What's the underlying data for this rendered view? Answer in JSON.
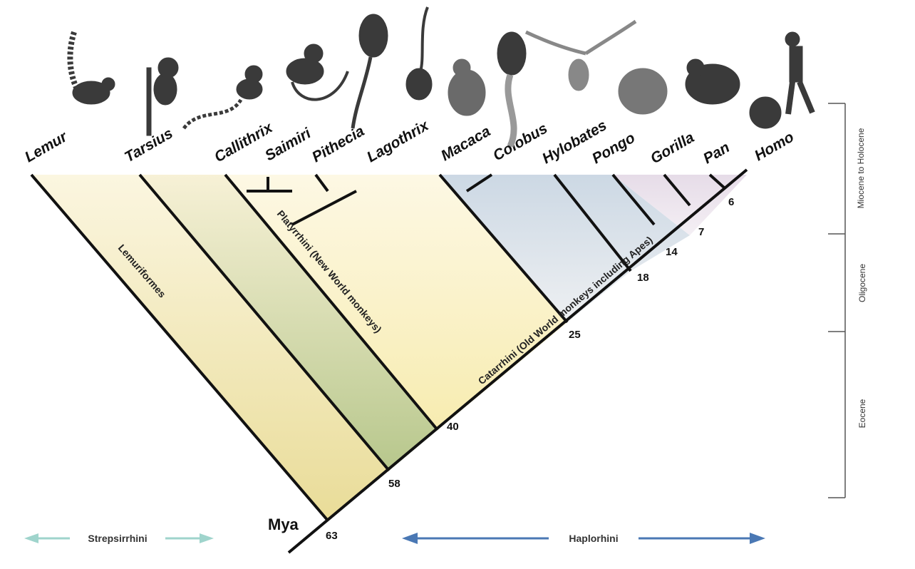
{
  "taxa": [
    "Lemur",
    "Tarsius",
    "Callithrix",
    "Saimiri",
    "Pithecia",
    "Lagothrix",
    "Macaca",
    "Colobus",
    "Hylobates",
    "Pongo",
    "Gorilla",
    "Pan",
    "Homo"
  ],
  "clades": {
    "lemuriformes": "Lemuriformes",
    "platyrrhini": "Platyrrhini (New World monkeys)",
    "catarrhini": "Catarrhini (Old World monkeys including Apes)"
  },
  "node_ages": [
    "63",
    "58",
    "40",
    "25",
    "18",
    "14",
    "7",
    "6"
  ],
  "axis_label": "Mya",
  "epochs": [
    "Miocene to Holocene",
    "Oligocene",
    "Eocene"
  ],
  "groups": {
    "strepsirrhini": "Strepsirrhini",
    "haplorhini": "Haplorhini"
  },
  "colors": {
    "lemur_band": "#f0e8b8",
    "tarsius_band": "#e2e6b0",
    "platyrrhini_band": "#fbf3c8",
    "catarrhini_band": "#dfe6ee",
    "ape_band": "#ece4ec",
    "strepsirrhini_arrow": "#9fd4cc",
    "haplorhini_arrow": "#4a78b4",
    "branch": "#111111"
  }
}
